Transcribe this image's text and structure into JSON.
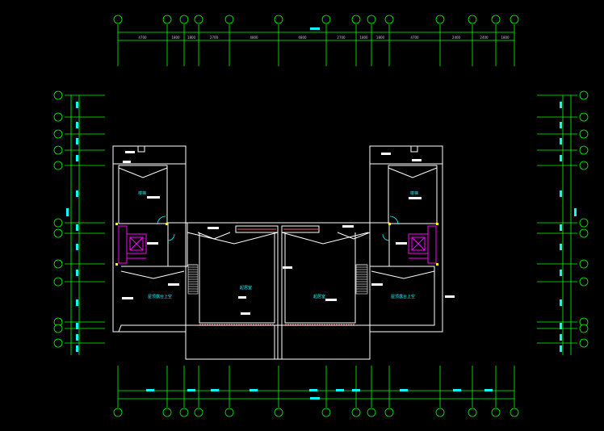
{
  "drawing": {
    "background": "#000000",
    "colors": {
      "grid": "#00ff00",
      "wall": "#ffffff",
      "dimension": "#00ffff",
      "stair": "#ff00ff",
      "balcony": "#ff6060",
      "fixture": "#ffff00"
    }
  },
  "dimensions": {
    "top": [
      "4700",
      "1800",
      "1800",
      "2700",
      "4800",
      "4800",
      "2700",
      "1800",
      "1800",
      "4700",
      "2400",
      "2400",
      "1800"
    ]
  },
  "rooms": {
    "stair_left": "楼梯",
    "stair_right": "楼梯",
    "living_left": "起居室",
    "living_right": "起居室",
    "terrace_left": "屋顶露台上空",
    "terrace_right": "屋顶露台上空"
  }
}
